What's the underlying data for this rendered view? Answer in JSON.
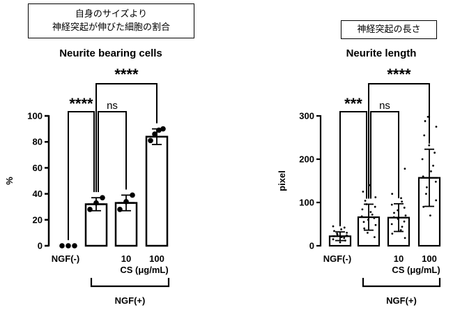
{
  "captions": {
    "left": {
      "line1": "自身のサイズより",
      "line2": "神経突起が伸びた細胞の割合"
    },
    "right": {
      "line1": "神経突起の長さ"
    }
  },
  "chart_data": [
    {
      "type": "bar",
      "title": "Neurite bearing cells",
      "ylabel": "%",
      "ylim": [
        0,
        100
      ],
      "yticks": [
        "0",
        "20",
        "40",
        "60",
        "80",
        "100"
      ],
      "categories": [
        "NGF(-)",
        "",
        "10",
        "100"
      ],
      "values": [
        0,
        32,
        33,
        84
      ],
      "sd": [
        0,
        5,
        6,
        6
      ],
      "points": [
        [
          0,
          0,
          0
        ],
        [
          28,
          33,
          37
        ],
        [
          28,
          34,
          39
        ],
        [
          81,
          86,
          89,
          90
        ]
      ],
      "xgroup_label": "CS (μg/mL)",
      "bracket_label": "NGF(+)",
      "significance": [
        {
          "from": 0,
          "to": 1,
          "label": "****"
        },
        {
          "from": 1,
          "to": 2,
          "label": "ns"
        },
        {
          "from": 1,
          "to": 3,
          "label": "****"
        }
      ]
    },
    {
      "type": "bar",
      "title": "Neurite length",
      "ylabel": "pixel",
      "ylim": [
        0,
        300
      ],
      "yticks": [
        "0",
        "100",
        "200",
        "300"
      ],
      "categories": [
        "NGF(-)",
        "",
        "10",
        "100"
      ],
      "values": [
        22,
        66,
        65,
        157
      ],
      "sd": [
        10,
        30,
        32,
        66
      ],
      "points": [
        [
          8,
          12,
          15,
          18,
          20,
          22,
          24,
          26,
          28,
          30,
          34,
          38,
          42,
          45
        ],
        [
          20,
          30,
          40,
          48,
          55,
          60,
          64,
          68,
          72,
          78,
          84,
          90,
          96,
          104,
          112,
          125,
          140
        ],
        [
          18,
          28,
          36,
          44,
          50,
          56,
          62,
          66,
          70,
          76,
          82,
          88,
          95,
          102,
          110,
          120,
          178
        ],
        [
          70,
          90,
          105,
          120,
          135,
          148,
          160,
          172,
          185,
          200,
          215,
          232,
          255,
          275,
          288,
          298
        ]
      ],
      "xgroup_label": "CS (μg/mL)",
      "bracket_label": "NGF(+)",
      "significance": [
        {
          "from": 0,
          "to": 1,
          "label": "***"
        },
        {
          "from": 1,
          "to": 2,
          "label": "ns"
        },
        {
          "from": 1,
          "to": 3,
          "label": "****"
        }
      ]
    }
  ]
}
